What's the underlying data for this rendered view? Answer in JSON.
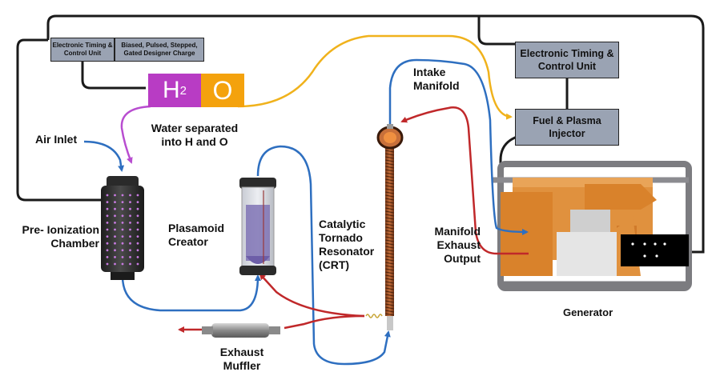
{
  "colors": {
    "wire": "#1a1a1a",
    "water_line": "#b84dd0",
    "hydrogen": "#b83cc4",
    "oxygen": "#f4a20d",
    "oxygen_line": "#f0b21c",
    "intake_line": "#2e6fc0",
    "exhaust_line": "#c0282a",
    "control_box": "#9aa3b3",
    "generator_body": "#e0913e",
    "frame": "#7c7c80",
    "chamber_dots": "#c77ae0"
  },
  "labels": {
    "small_control_unit": "Electronic Timing & Control Unit",
    "charge_unit": "Biased, Pulsed, Stepped, Gated Designer Charge",
    "h2": "H",
    "h2_sub": "2",
    "oxygen": "O",
    "water_separated": "Water separated into H and O",
    "air_inlet": "Air Inlet",
    "pre_ionization": "Pre- Ionization Chamber",
    "plasmoid_creator": "Plasamoid Creator",
    "crt": "Catalytic Tornado Resonator (CRT)",
    "intake_manifold": "Intake Manifold",
    "big_control_unit": "Electronic Timing & Control Unit",
    "injector": "Fuel & Plasma Injector",
    "manifold_exhaust": "Manifold Exhaust Output",
    "exhaust_muffler": "Exhaust Muffler",
    "generator": "Generator"
  },
  "icons": {
    "generator": "generator-icon",
    "chamber": "cylinder-icon",
    "plasmoid": "canister-icon",
    "crt": "coil-icon",
    "muffler": "muffler-icon"
  }
}
